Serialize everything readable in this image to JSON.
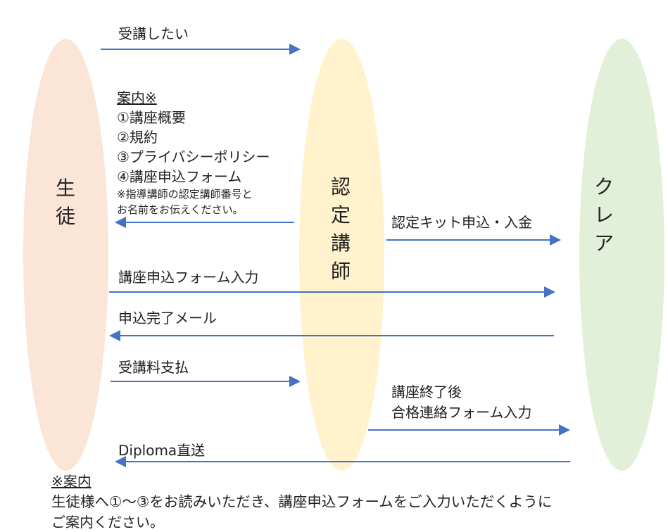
{
  "actors": {
    "student": {
      "label_lines": [
        "生",
        "徒"
      ],
      "color": "#FBE5D6"
    },
    "instructor": {
      "label_lines": [
        "認",
        "定",
        "講",
        "師"
      ],
      "color": "#FFF2CC"
    },
    "clair": {
      "label_lines": [
        "ク",
        "レ",
        "ア"
      ],
      "color": "#E2F0D9"
    }
  },
  "arrow_color": "#4472C4",
  "messages": {
    "m1": "受講したい",
    "m2_title": "案内※",
    "m2_items": [
      "①講座概要",
      "②規約",
      "③プライバシーポリシー",
      "④講座申込フォーム"
    ],
    "m2_note": [
      "※指導講師の認定講師番号と",
      "お名前をお伝えください。"
    ],
    "m3": "認定キット申込・入金",
    "m4": "講座申込フォーム入力",
    "m5": "申込完了メール",
    "m6": "受講料支払",
    "m7": [
      "講座終了後",
      "合格連絡フォーム入力"
    ],
    "m8": "Diploma直送"
  },
  "footnote": {
    "title": "※案内",
    "lines": [
      "生徒様へ①～③をお読みいただき、講座申込フォームをご入力いただくように",
      "ご案内ください。"
    ]
  }
}
